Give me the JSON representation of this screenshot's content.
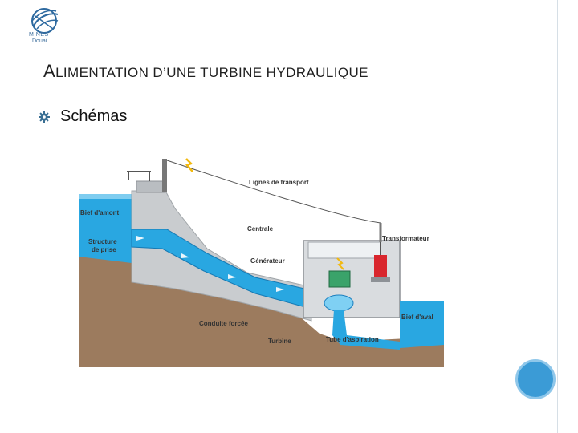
{
  "logo": {
    "line1": "MINES",
    "line2": "Douai"
  },
  "title": {
    "first_letter": "A",
    "rest": "LIMENTATION D’UNE TURBINE HYDRAULIQUE"
  },
  "bullet": {
    "icon": "gear-icon",
    "text": "Schémas"
  },
  "diagram": {
    "labels": {
      "lignes": "Lignes de transport",
      "bief_amont": "Bief d'amont",
      "structure_1": "Structure",
      "structure_2": "de prise",
      "centrale": "Centrale",
      "transformateur": "Transformateur",
      "generateur": "Générateur",
      "conduite": "Conduite forcée",
      "turbine": "Turbine",
      "tube": "Tube d'aspiration",
      "bief_aval": "Bief d'aval"
    },
    "colors": {
      "water": "#29a7e1",
      "concrete": "#c9cccf",
      "ground": "#9c7b5e",
      "transformer": "#d9262d"
    }
  },
  "decoration": {
    "circle_color": "#3b9bd6"
  }
}
